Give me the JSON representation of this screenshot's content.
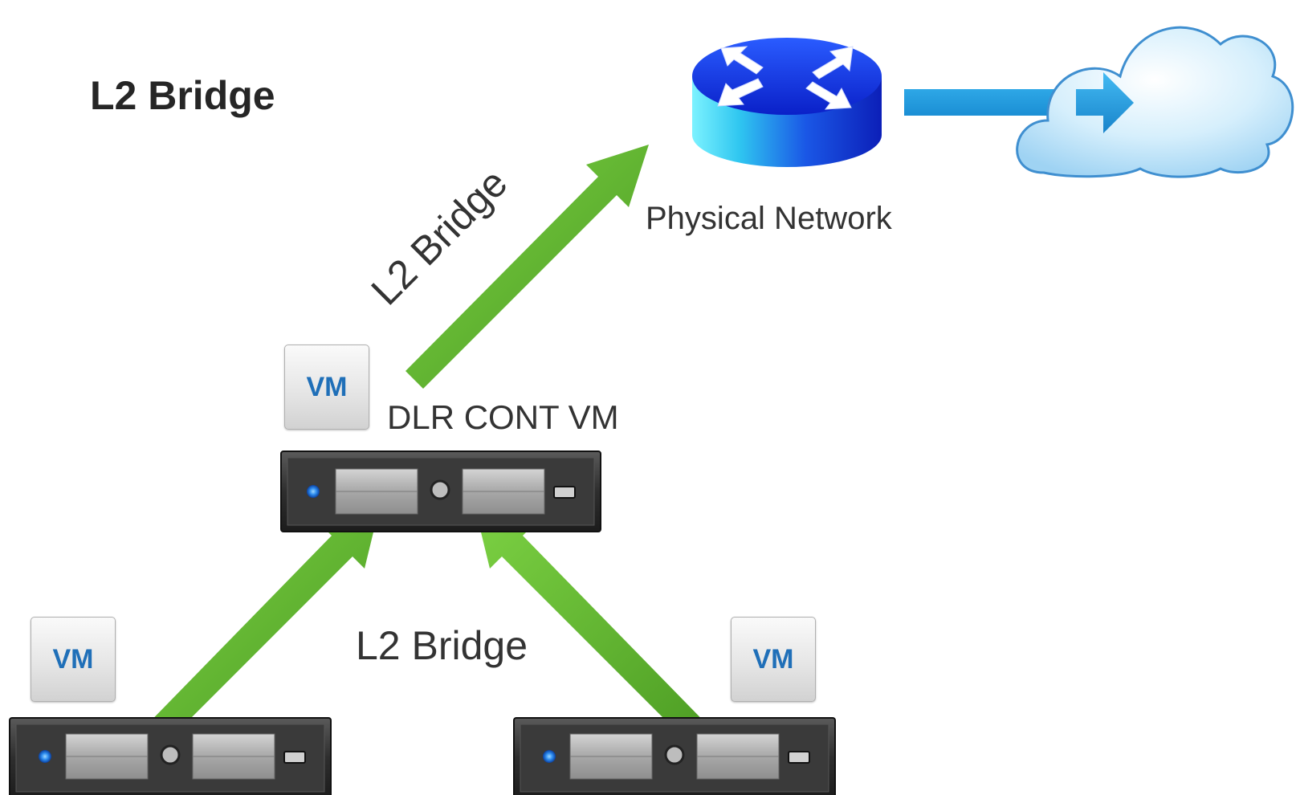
{
  "title": "L2 Bridge",
  "physical_network_label": "Physical Network",
  "dlr_label": "DLR CONT VM",
  "bridge_diagonal_label": "L2 Bridge",
  "bridge_bottom_label": "L2 Bridge",
  "vm_labels": {
    "top": "VM",
    "left": "VM",
    "right": "VM"
  },
  "icons": {
    "router": "router-icon",
    "cloud": "cloud-icon",
    "server": "server-icon",
    "arrow": "arrow-icon"
  },
  "colors": {
    "arrow_green": "#5fb52e",
    "arrow_blue": "#1a9be0",
    "router_blue": "#1d3fe0",
    "cloud_blue": "#bfe2f8",
    "vm_text": "#1f6fb8"
  }
}
